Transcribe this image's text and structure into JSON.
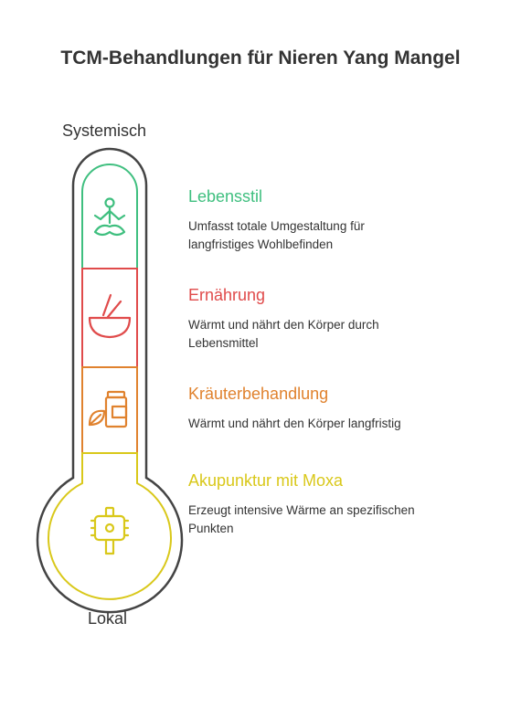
{
  "title": "TCM-Behandlungen für Nieren Yang Mangel",
  "scale": {
    "top": "Systemisch",
    "bottom": "Lokal"
  },
  "items": [
    {
      "title": "Lebensstil",
      "description": "Umfasst totale Umgestaltung für langfristiges Wohlbefinden",
      "color": "#3fbf7f",
      "icon": "meditation-icon"
    },
    {
      "title": "Ernährung",
      "description": "Wärmt und nährt den Körper durch Lebensmittel",
      "color": "#e04b4b",
      "icon": "bowl-icon"
    },
    {
      "title": "Kräuterbehandlung",
      "description": "Wärmt und nährt den Körper langfristig",
      "color": "#e0822e",
      "icon": "herb-jar-icon"
    },
    {
      "title": "Akupunktur mit Moxa",
      "description": "Erzeugt intensive Wärme an spezifischen Punkten",
      "color": "#d9c81a",
      "icon": "acupuncture-icon"
    }
  ]
}
